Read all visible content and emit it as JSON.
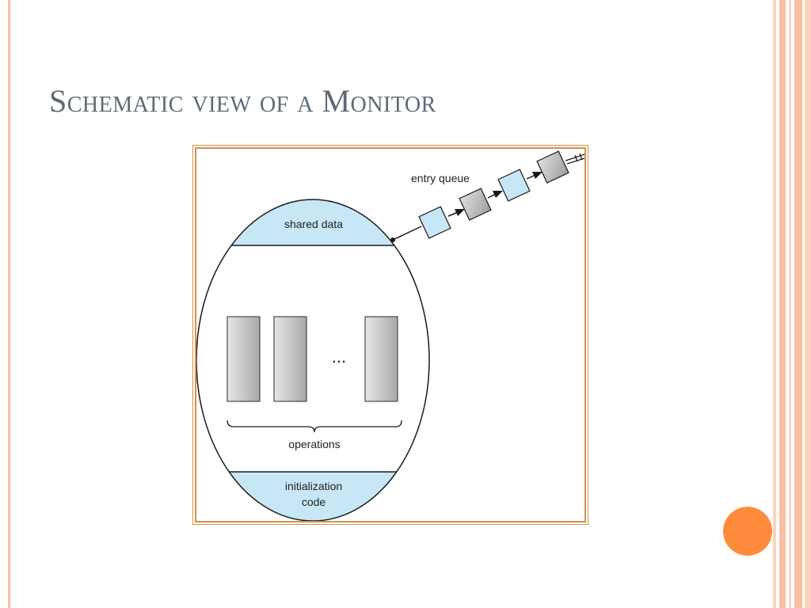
{
  "slide": {
    "title": "Schematic view of a Monitor"
  },
  "diagram": {
    "shared_data_label": "shared data",
    "entry_queue_label": "entry queue",
    "ellipsis": "...",
    "operations_label": "operations",
    "init_code_line1": "initialization",
    "init_code_line2": "code"
  },
  "colors": {
    "title_text": "#5d6a78",
    "frame_border": "#d3934a",
    "region_fill": "#c7e7f6",
    "accent_circle": "#ff8c3c",
    "stripe_peach": "#f9c2a8"
  }
}
